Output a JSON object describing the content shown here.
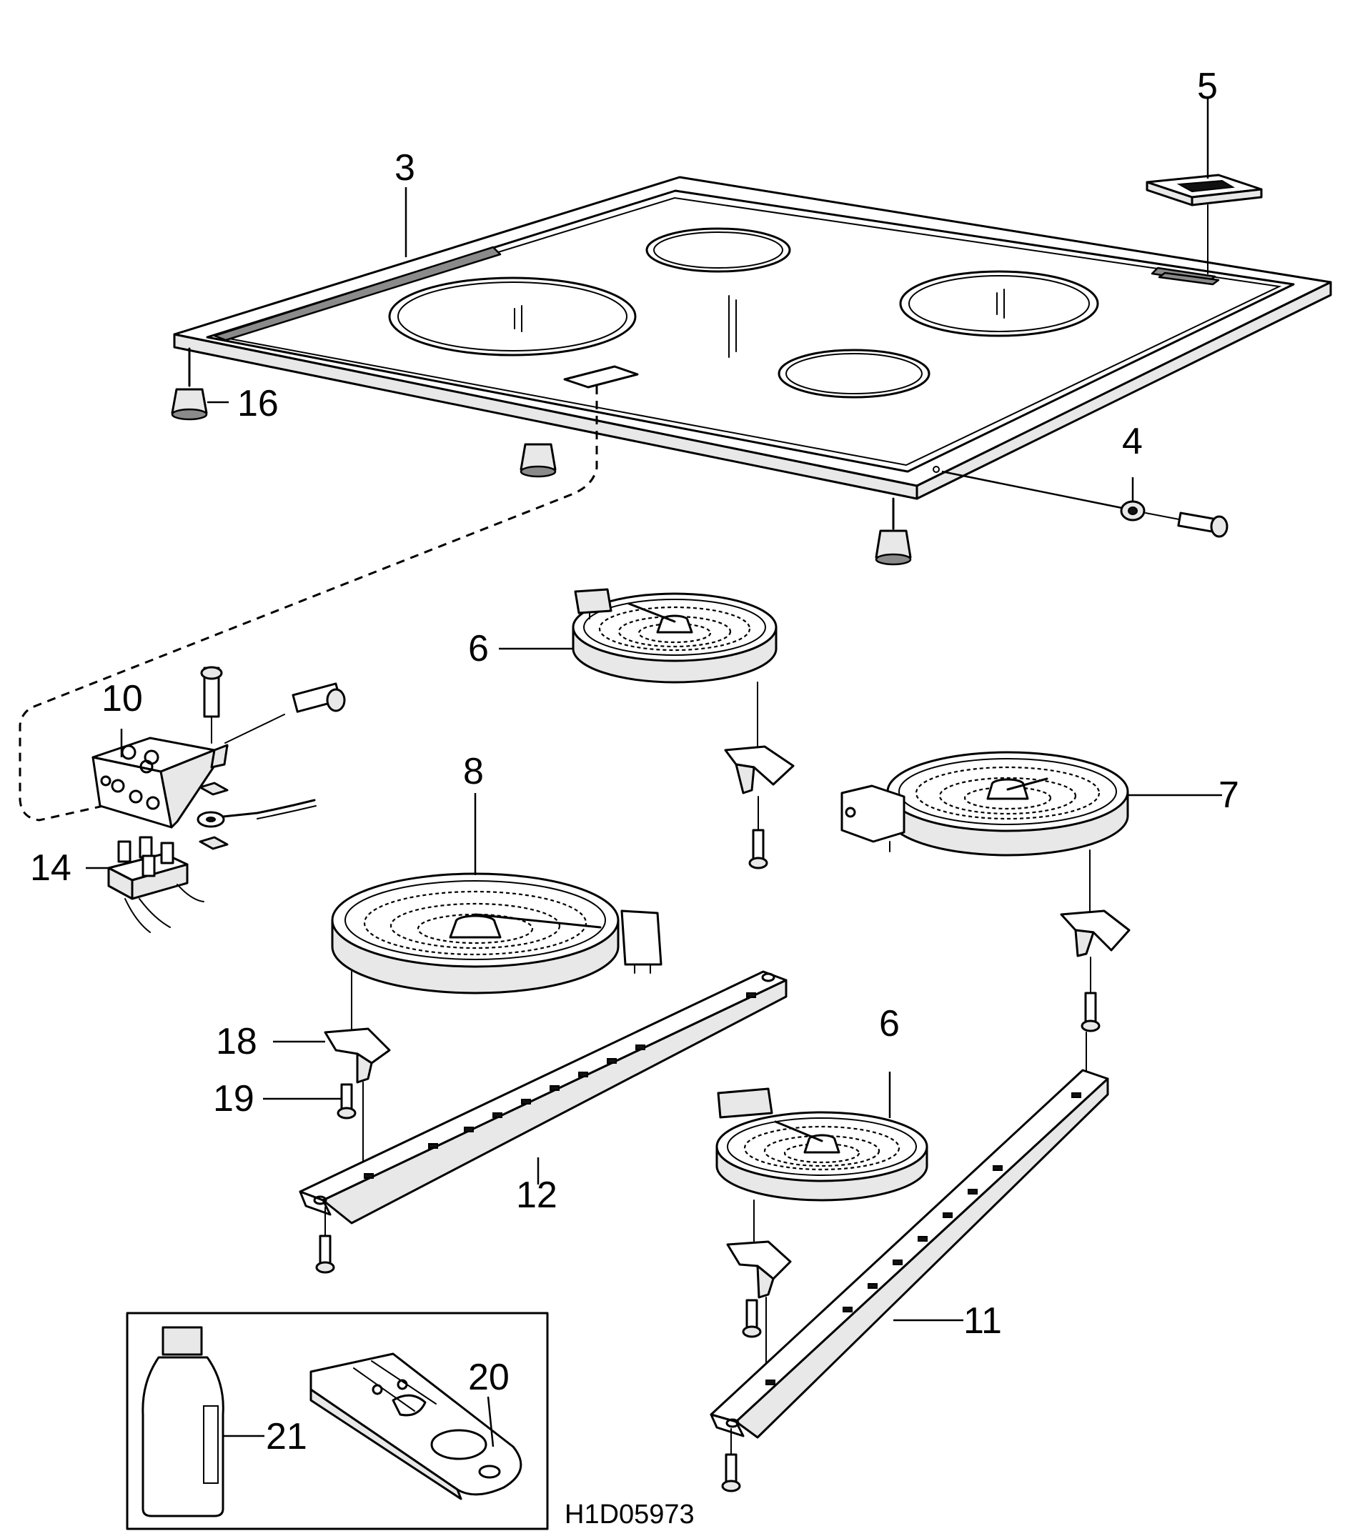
{
  "diagram": {
    "drawing_code": "H1D05973",
    "labels": {
      "p3": "3",
      "p4": "4",
      "p5": "5",
      "p6a": "6",
      "p6b": "6",
      "p7": "7",
      "p8": "8",
      "p10": "10",
      "p11": "11",
      "p12": "12",
      "p14": "14",
      "p16": "16",
      "p18": "18",
      "p19": "19",
      "p20": "20",
      "p21": "21"
    }
  }
}
